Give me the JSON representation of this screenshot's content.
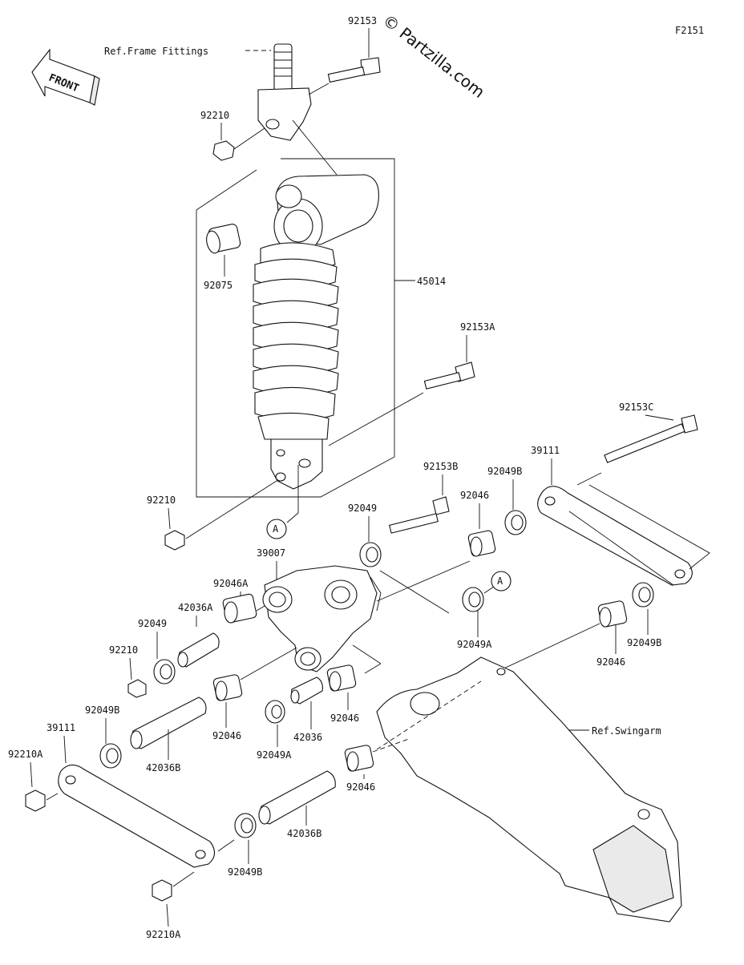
{
  "figure_code": "F2151",
  "watermark": "© Partzilla.com",
  "front_label": "FRONT",
  "references": {
    "frame": "Ref.Frame Fittings",
    "swingarm": "Ref.Swingarm"
  },
  "callout_marker": "A",
  "labels": {
    "bolt_top": "92153",
    "nut_top": "92210",
    "collar_shock": "92075",
    "shock": "45014",
    "bolt_a": "92153A",
    "nut_shock": "92210",
    "bolt_c": "92153C",
    "rod_right": "39111",
    "bolt_b": "92153B",
    "seal_b_upper": "92049B",
    "bearing_upper": "92046",
    "seal_upper": "92049",
    "rocker": "39007",
    "bearing_a": "92046A",
    "sleeve_a": "42036A",
    "seal_left": "92049",
    "nut_left": "92210",
    "seal_a_right": "92049A",
    "seal_b_right": "92049B",
    "bearing_right": "92046",
    "seal_b_left": "92049B",
    "rod_left": "39111",
    "nut_a_left": "92210A",
    "bearing_mid": "92046",
    "seal_a_mid": "92049A",
    "sleeve_mid": "42036",
    "bearing_mid2": "92046",
    "sleeve_b_left": "42036B",
    "bearing_low": "92046",
    "sleeve_b_low": "42036B",
    "seal_b_low": "92049B",
    "nut_a_low": "92210A"
  }
}
